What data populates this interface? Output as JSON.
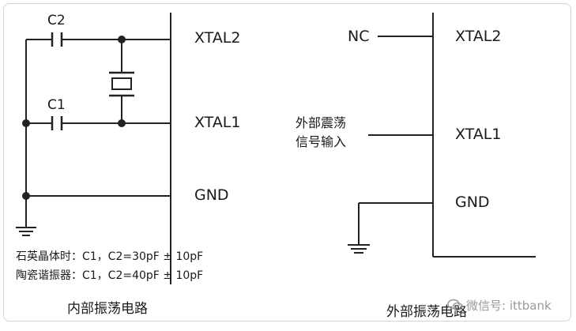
{
  "internal": {
    "pins": {
      "xtal2": "XTAL2",
      "xtal1": "XTAL1",
      "gnd": "GND"
    },
    "caps": {
      "c2": "C2",
      "c1": "C1"
    },
    "notes": [
      "石英晶体时：C1，C2=30pF ± 10pF",
      "陶瓷谐振器：C1，C2=40pF ± 10pF"
    ],
    "caption": "内部振荡电路"
  },
  "external": {
    "pins": {
      "xtal2": "XTAL2",
      "xtal1": "XTAL1",
      "gnd": "GND"
    },
    "nc": "NC",
    "signal_line1": "外部震荡",
    "signal_line2": "信号输入",
    "caption": "外部振荡电路"
  },
  "watermark": {
    "icon": "wechat-icon",
    "text": "微信号: ittbank"
  },
  "colors": {
    "line": "#222222",
    "border": "#cfd6df",
    "watermark": "#9a9a9a"
  }
}
